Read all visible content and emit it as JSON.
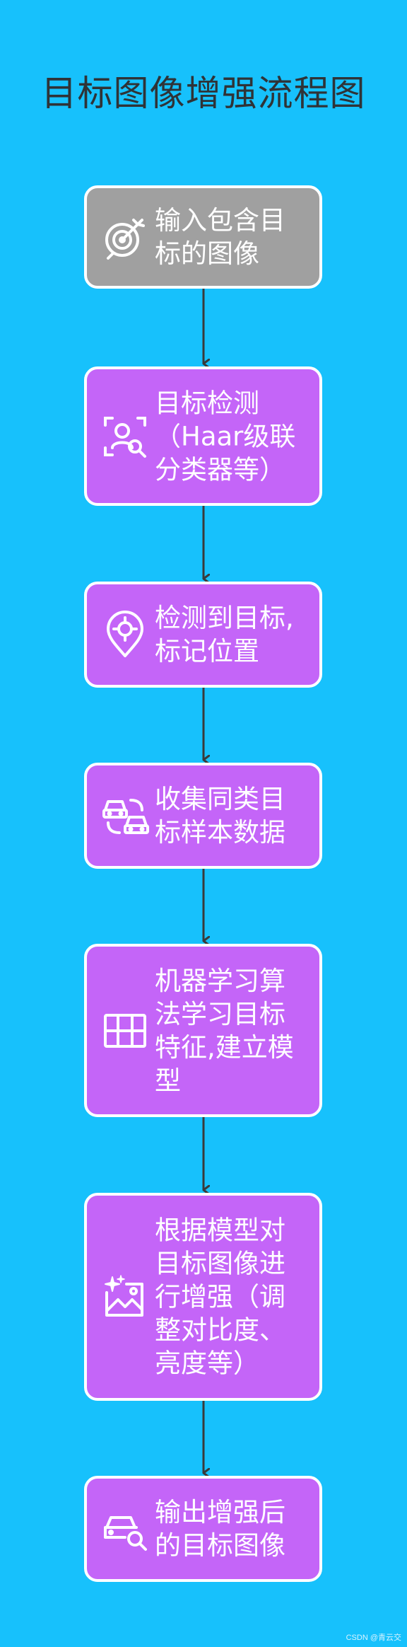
{
  "title": "目标图像增强流程图",
  "nodes": [
    {
      "id": "n1",
      "label": "输入包含目标的图像",
      "icon": "target-dart-icon",
      "color": "#a0a0a0"
    },
    {
      "id": "n2",
      "label": "目标检测（Haar级联分类器等）",
      "icon": "face-scan-icon",
      "color": "#c465f8"
    },
    {
      "id": "n3",
      "label": "检测到目标,标记位置",
      "icon": "location-pin-target-icon",
      "color": "#c465f8"
    },
    {
      "id": "n4",
      "label": "收集同类目标样本数据",
      "icon": "car-transfer-icon",
      "color": "#c465f8"
    },
    {
      "id": "n5",
      "label": "机器学习算法学习目标特征,建立模型",
      "icon": "grid-table-icon",
      "color": "#c465f8"
    },
    {
      "id": "n6",
      "label": "根据模型对目标图像进行增强（调整对比度、亮度等）",
      "icon": "image-sparkle-icon",
      "color": "#c465f8"
    },
    {
      "id": "n7",
      "label": "输出增强后的目标图像",
      "icon": "car-search-icon",
      "color": "#c465f8"
    }
  ],
  "edges": [
    {
      "from": "n1",
      "to": "n2"
    },
    {
      "from": "n2",
      "to": "n3"
    },
    {
      "from": "n3",
      "to": "n4"
    },
    {
      "from": "n4",
      "to": "n5"
    },
    {
      "from": "n5",
      "to": "n6"
    },
    {
      "from": "n6",
      "to": "n7"
    }
  ],
  "watermark": "CSDN @青云交",
  "colors": {
    "background": "#17c1fc",
    "title": "#2f3337",
    "arrow": "#3a3a3a",
    "border": "#ffffff"
  }
}
